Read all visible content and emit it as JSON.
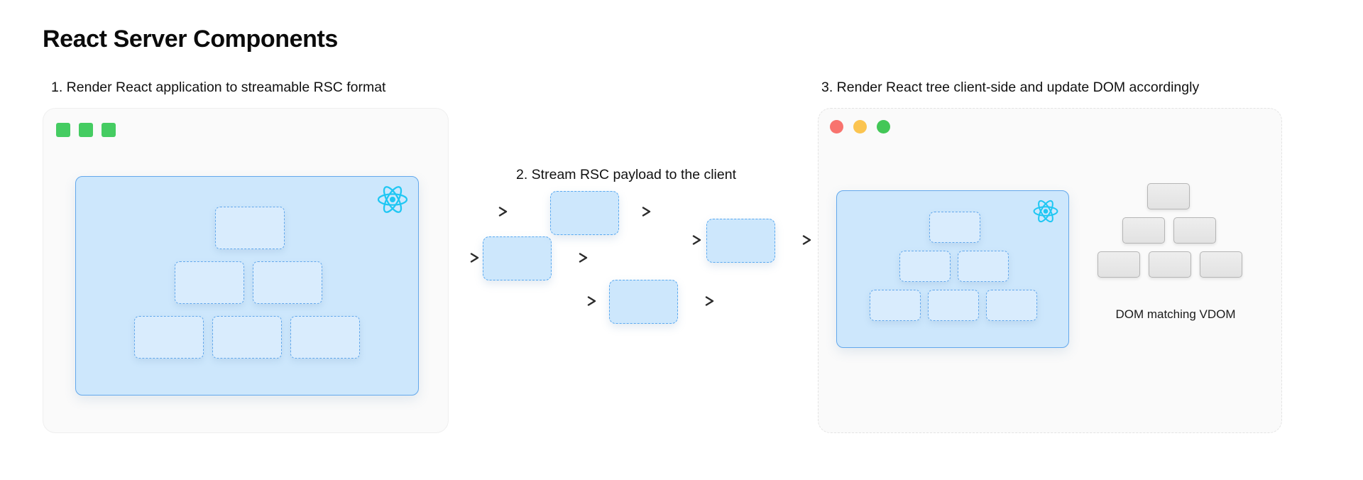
{
  "page": {
    "title": "React Server Components",
    "background_color": "#ffffff"
  },
  "colors": {
    "panel_bg": "#fafafa",
    "panel_border": "#efefef",
    "tree_fill": "#cde7fc",
    "tree_border": "#63a8ec",
    "node_fill": "#d9ecfd",
    "node_border_dashed": "#63a8ec",
    "react_logo": "#1fc7f3",
    "server_square": "#45cc62",
    "traffic_red": "#f8736e",
    "traffic_yellow": "#fbc450",
    "traffic_green": "#43c757",
    "dom_fill": "#e8e8e8",
    "dom_border": "#b5b5b5",
    "arrow": "#2b2b2b",
    "text": "#111111"
  },
  "steps": [
    {
      "number": "1",
      "caption": "1. Render React application to streamable RSC format",
      "panel_kind": "server",
      "indicators": [
        "square-green",
        "square-green",
        "square-green"
      ],
      "logo": "react-atom-icon",
      "tree_nodes": 6,
      "tree_rows": [
        1,
        2,
        3
      ]
    },
    {
      "number": "2",
      "caption": "2. Stream RSC payload to the client",
      "panel_kind": "none",
      "stream_boxes": 4,
      "arrows": 8
    },
    {
      "number": "3",
      "caption": "3. Render React tree client-side and update DOM accordingly",
      "panel_kind": "browser",
      "indicators": [
        "dot-red",
        "dot-yellow",
        "dot-green"
      ],
      "logo": "react-atom-icon",
      "tree_nodes": 6,
      "tree_rows": [
        1,
        2,
        3
      ],
      "dom_label": "DOM matching VDOM",
      "dom_nodes": 6,
      "dom_rows": [
        1,
        2,
        3
      ]
    }
  ],
  "chart_data": {
    "type": "diagram",
    "title": "React Server Components",
    "stages": [
      {
        "id": "server-render",
        "label": "1. Render React application to streamable RSC format",
        "container": "server",
        "content": "React component tree (6 nodes, rows 1-2-3)"
      },
      {
        "id": "stream",
        "label": "2. Stream RSC payload to the client",
        "container": "none",
        "content": "4 RSC payload chunks connected by 8 arrows"
      },
      {
        "id": "client-render",
        "label": "3. Render React tree client-side and update DOM accordingly",
        "container": "browser",
        "content": "React component tree (6 nodes) plus DOM matching VDOM (6 gray nodes)"
      }
    ],
    "flow_direction": "left-to-right"
  }
}
